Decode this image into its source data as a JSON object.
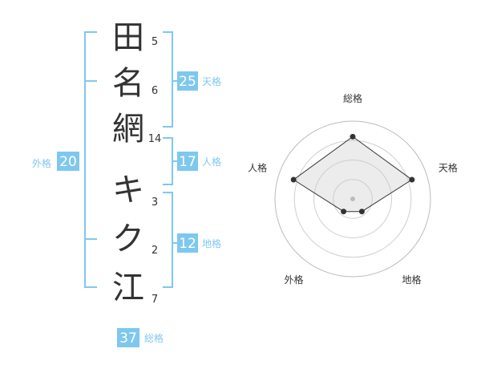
{
  "name_chars": [
    {
      "char": "田",
      "strokes": "5"
    },
    {
      "char": "名",
      "strokes": "6"
    },
    {
      "char": "網",
      "strokes": "14"
    },
    {
      "char": "キ",
      "strokes": "3"
    },
    {
      "char": "ク",
      "strokes": "2"
    },
    {
      "char": "江",
      "strokes": "7"
    }
  ],
  "kakusu": {
    "tenkaku": {
      "value": "25",
      "label": "天格"
    },
    "jinkaku": {
      "value": "17",
      "label": "人格"
    },
    "chikaku": {
      "value": "12",
      "label": "地格"
    },
    "gaikaku": {
      "value": "20",
      "label": "外格"
    },
    "soukaku": {
      "value": "37",
      "label": "総格"
    }
  },
  "chart_data": {
    "type": "radar",
    "axes": [
      "総格",
      "天格",
      "地格",
      "外格",
      "人格"
    ],
    "values": [
      4,
      4,
      1,
      1,
      4
    ],
    "max": 5,
    "rings": 4
  }
}
